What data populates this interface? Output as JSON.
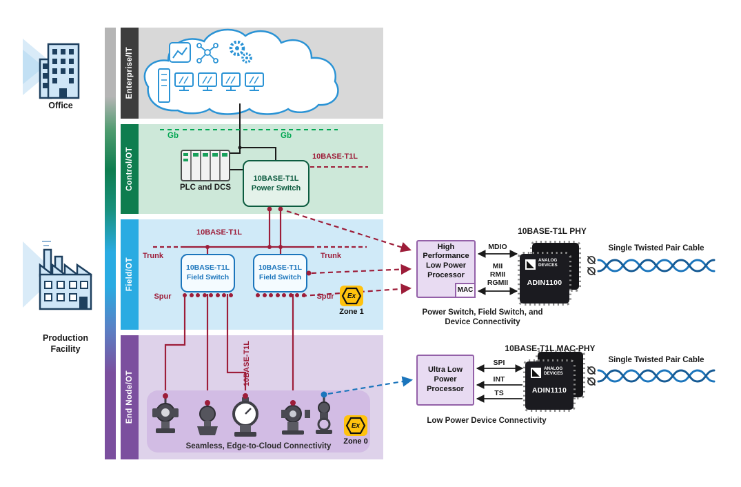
{
  "left_icons": {
    "office_label": "Office",
    "production_label": "Production Facility"
  },
  "layers": {
    "enterprise": "Enterprise/IT",
    "control": "Control/OT",
    "field": "Field/OT",
    "endnode": "End Node/OT"
  },
  "control_band": {
    "gb_left": "Gb",
    "gb_right": "Gb",
    "t1l": "10BASE-T1L",
    "plc": "PLC and DCS",
    "power_switch": "10BASE-T1L Power Switch"
  },
  "field_band": {
    "t1l": "10BASE-T1L",
    "trunk_left": "Trunk",
    "trunk_right": "Trunk",
    "spur_left": "Spur",
    "spur_right": "Spur",
    "switch_left": "10BASE-T1L Field Switch",
    "switch_right": "10BASE-T1L Field Switch",
    "ex_symbol": "Ex",
    "zone": "Zone 1"
  },
  "endnode_band": {
    "t1l_vertical": "10BASE-T1L",
    "caption": "Seamless, Edge-to-Cloud Connectivity",
    "ex_symbol": "Ex",
    "zone": "Zone 0"
  },
  "phy_section": {
    "title": "10BASE-T1L PHY",
    "processor": "High Performance Low Power Processor",
    "mac": "MAC",
    "mdio": "MDIO",
    "mii": "MII",
    "rmii": "RMII",
    "rgmii": "RGMII",
    "chip_brand": "ANALOG DEVICES",
    "chip_name": "ADIN1100",
    "cable": "Single Twisted Pair Cable",
    "caption": "Power Switch, Field Switch, and Device Connectivity"
  },
  "macphy_section": {
    "title": "10BASE-T1L MAC-PHY",
    "processor": "Ultra Low Power Processor",
    "spi": "SPI",
    "int": "INT",
    "ts": "TS",
    "chip_brand": "ANALOG DEVICES",
    "chip_name": "ADIN1110",
    "cable": "Single Twisted Pair Cable",
    "caption": "Low Power Device Connectivity"
  },
  "colors": {
    "line_red": "#9d1d39",
    "gb_green": "#00a651",
    "switch_green": "#0d5c40",
    "device_blue": "#1b75bc",
    "field_bar_blue": "#2aabe2",
    "endnode_purple": "#7b4f9e",
    "ex_yellow": "#ffc20e"
  }
}
